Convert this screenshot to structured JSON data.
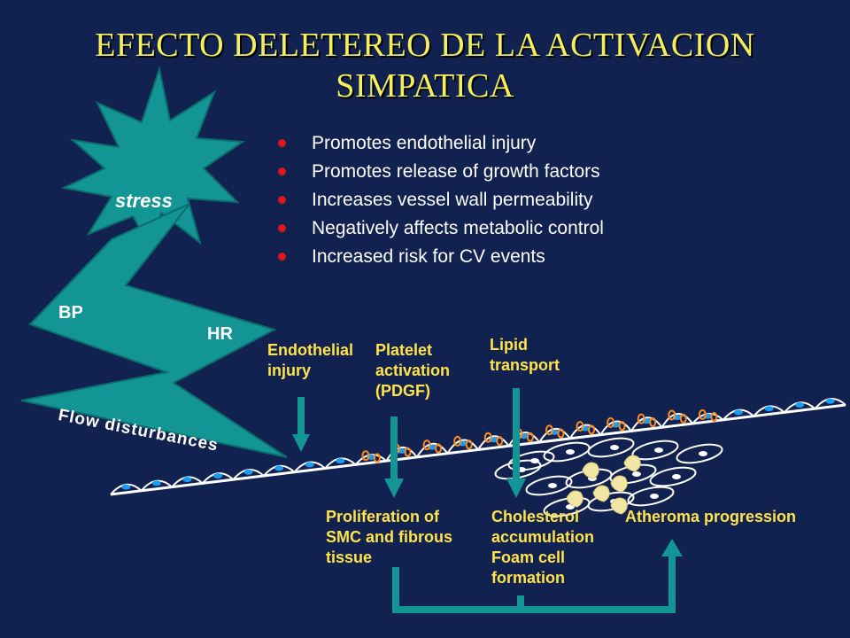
{
  "title": {
    "line1": "EFECTO DELETEREO DE LA ACTIVACION",
    "line2": "SIMPATICA"
  },
  "bullets": [
    "Promotes endothelial injury",
    "Promotes release of growth factors",
    "Increases vessel wall permeability",
    "Negatively affects metabolic control",
    "Increased risk for CV events"
  ],
  "bolt": {
    "stress": "stress",
    "bp": "BP",
    "hr": "HR",
    "flow": "Flow disturbances"
  },
  "top_labels": {
    "endothelial": [
      "Endothelial",
      "injury"
    ],
    "platelet": [
      "Platelet",
      "activation",
      "(PDGF)"
    ],
    "lipid": [
      "Lipid",
      "transport"
    ]
  },
  "bottom_labels": {
    "proliferation": [
      "Proliferation of",
      "SMC and fibrous",
      "tissue"
    ],
    "cholesterol": [
      "Cholesterol",
      "accumulation",
      "Foam cell",
      "formation"
    ],
    "atheroma": [
      "Atheroma progression"
    ]
  },
  "colors": {
    "background": "#112150",
    "title": "#f4ef5c",
    "label": "#ffe34a",
    "teal": "#149595",
    "bullet": "#e01818",
    "nucleus": "#1a9cf0",
    "lipid": "#ff8a1c"
  }
}
